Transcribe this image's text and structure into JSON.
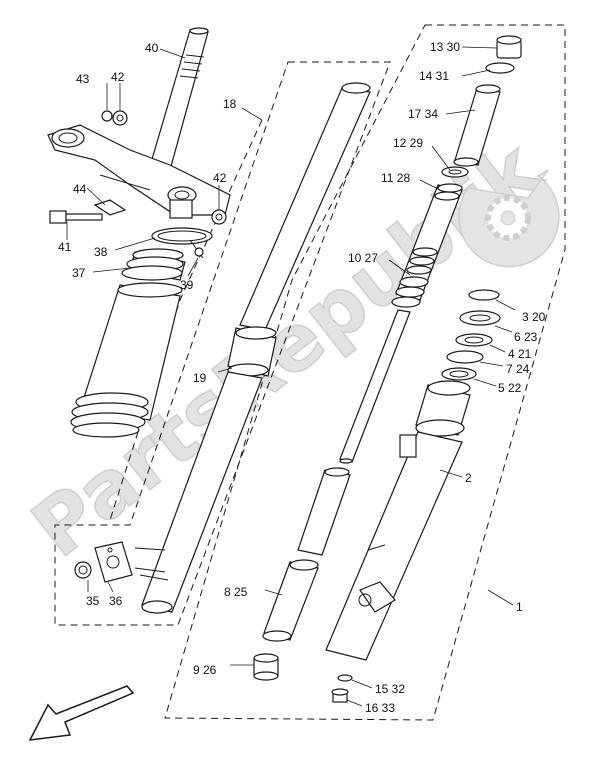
{
  "watermark": "PartsRepublik",
  "callouts": [
    {
      "id": "c40",
      "text": "40"
    },
    {
      "id": "c43",
      "text": "43"
    },
    {
      "id": "c42a",
      "text": "42"
    },
    {
      "id": "c18",
      "text": "18"
    },
    {
      "id": "c1330",
      "text": "13 30"
    },
    {
      "id": "c1431",
      "text": "14 31"
    },
    {
      "id": "c1734",
      "text": "17 34"
    },
    {
      "id": "c1229",
      "text": "12 29"
    },
    {
      "id": "c1128",
      "text": "11 28"
    },
    {
      "id": "c44",
      "text": "44"
    },
    {
      "id": "c42b",
      "text": "42"
    },
    {
      "id": "c41",
      "text": "41"
    },
    {
      "id": "c38",
      "text": "38"
    },
    {
      "id": "c37",
      "text": "37"
    },
    {
      "id": "c39",
      "text": "39"
    },
    {
      "id": "c1027",
      "text": "10 27"
    },
    {
      "id": "c320",
      "text": "3 20"
    },
    {
      "id": "c623",
      "text": "6 23"
    },
    {
      "id": "c421",
      "text": "4 21"
    },
    {
      "id": "c724",
      "text": "7 24"
    },
    {
      "id": "c522",
      "text": "5 22"
    },
    {
      "id": "c19",
      "text": "19"
    },
    {
      "id": "c2",
      "text": "2"
    },
    {
      "id": "c825",
      "text": "8 25"
    },
    {
      "id": "c1",
      "text": "1"
    },
    {
      "id": "c35",
      "text": "35"
    },
    {
      "id": "c36",
      "text": "36"
    },
    {
      "id": "c926",
      "text": "9 26"
    },
    {
      "id": "c1532",
      "text": "15 32"
    },
    {
      "id": "c1633",
      "text": "16 33"
    }
  ]
}
